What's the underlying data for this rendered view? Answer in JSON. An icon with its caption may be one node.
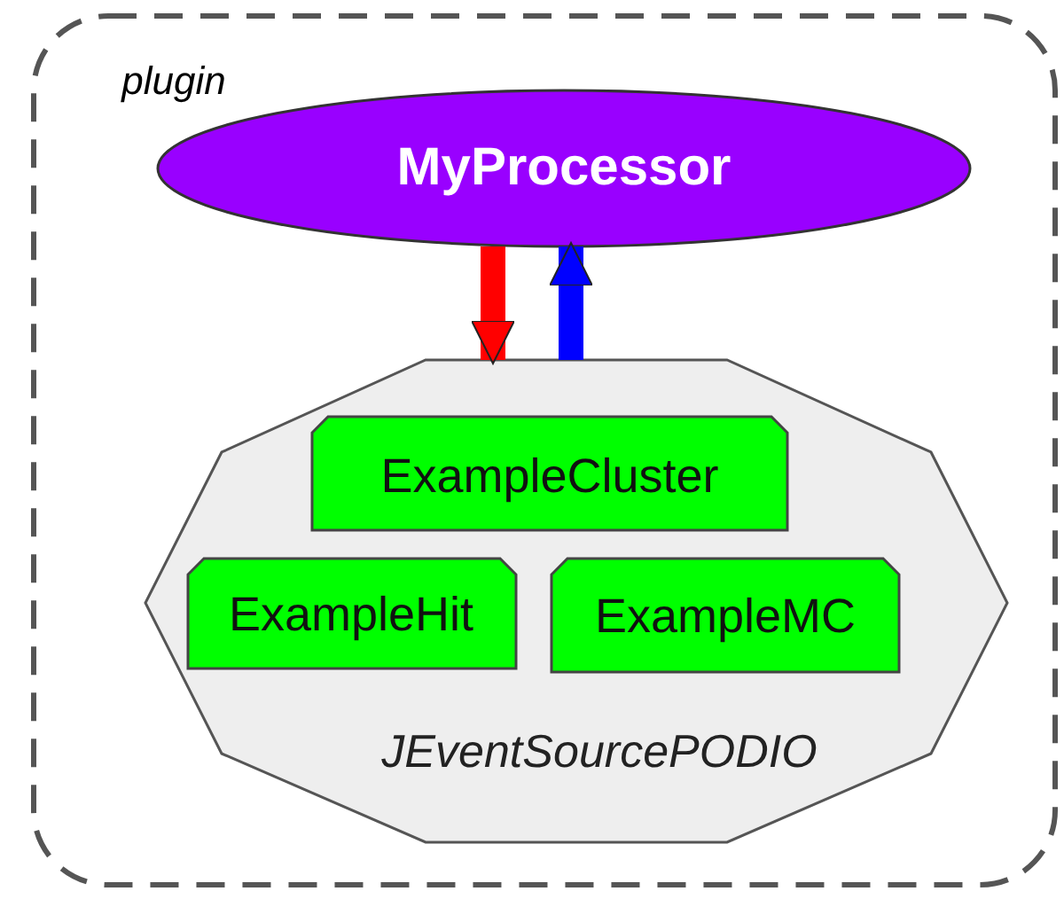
{
  "diagram": {
    "nodes": [
      {
        "text": [
          "plugin"
        ]
      },
      {
        "text": [
          "MyProcessor"
        ],
        "in": 0
      },
      {
        "text": [
          "JEventSourcePODIO"
        ],
        "in": 0
      },
      {
        "text": [
          "ExampleCluster"
        ],
        "in": 2
      },
      {
        "text": [
          "ExampleHit"
        ],
        "in": 2
      },
      {
        "text": [
          "ExampleMC"
        ],
        "in": 2
      }
    ],
    "edges": [
      {
        "from": 1,
        "to": 2,
        "arrow": "to",
        "color": "#ff0000"
      },
      {
        "from": 2,
        "to": 1,
        "arrow": "to",
        "color": "#0000ff"
      }
    ]
  }
}
